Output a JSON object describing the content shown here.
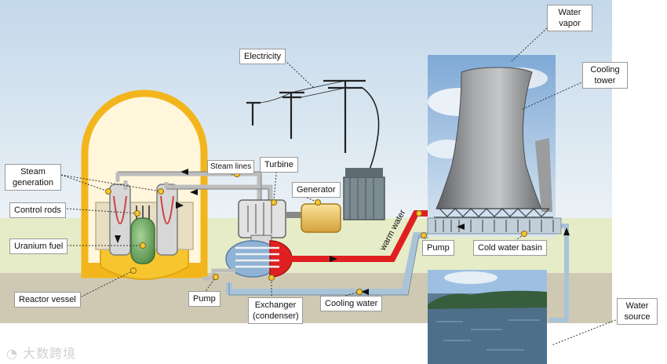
{
  "labels": {
    "water_vapor": "Water\nvapor",
    "cooling_tower": "Cooling\ntower",
    "electricity": "Electricity",
    "steam_generation": "Steam\ngeneration",
    "steam_lines": "Steam lines",
    "turbine": "Turbine",
    "generator": "Generator",
    "control_rods": "Control rods",
    "uranium_fuel": "Uranium fuel",
    "reactor_vessel": "Reactor vessel",
    "pump_left": "Pump",
    "pump_right": "Pump",
    "exchanger": "Exchanger\n(condenser)",
    "cooling_water": "Cooling water",
    "warm_water": "warm water",
    "cold_water_basin": "Cold water basin",
    "water_source": "Water\nsource"
  },
  "watermark": "大数跨境",
  "colors": {
    "sky": "#dce8f2",
    "ground": "#e6ecc8",
    "earth": "#cfc9b4",
    "containment": "#f7c62f",
    "hot_water": "#e02020",
    "cool_pipe": "#a9c3d8",
    "pipe_gray": "#c9c9c9"
  }
}
